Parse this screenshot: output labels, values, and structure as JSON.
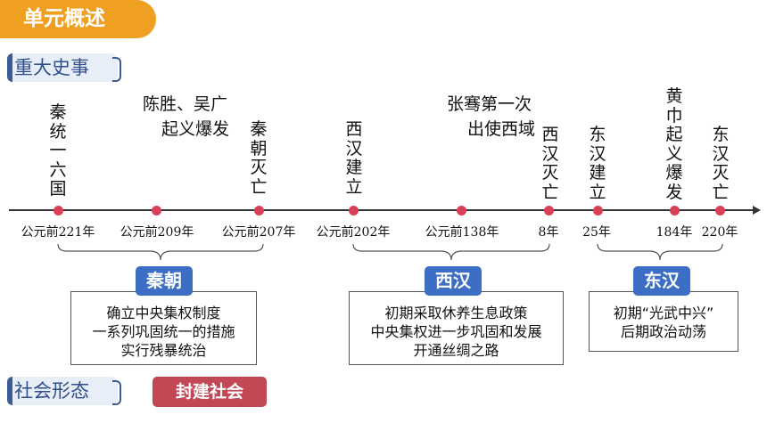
{
  "banner": {
    "title": "单元概述"
  },
  "sections": {
    "major_events": "重大史事",
    "social_form": "社会形态"
  },
  "social_form_value": "封建社会",
  "events": {
    "e1": "秦统一六国",
    "e2_line1": "陈胜、吴广",
    "e2_line2": "起义爆发",
    "e3": "秦朝灭亡",
    "e4": "西汉建立",
    "e5_line1": "张骞第一次",
    "e5_line2": "出使西域",
    "e6": "西汉灭亡",
    "e7": "东汉建立",
    "e8": "黄巾起义爆发",
    "e9": "东汉灭亡"
  },
  "dates": [
    "公元前221年",
    "公元前209年",
    "公元前207年",
    "公元前202年",
    "公元前138年",
    "8年",
    "25年",
    "184年",
    "220年"
  ],
  "periods": {
    "qin": {
      "name": "秦朝",
      "points": [
        "确立中央集权制度",
        "一系列巩固统一的措施",
        "实行残暴统治"
      ]
    },
    "xihan": {
      "name": "西汉",
      "points": [
        "初期采取休养生息政策",
        "中央集权进一步巩固和发展",
        "开通丝绸之路"
      ]
    },
    "donghan": {
      "name": "东汉",
      "points": [
        "初期“光武中兴”",
        "后期政治动荡"
      ]
    }
  },
  "colors": {
    "banner": "#f0a020",
    "section_caption": "#3c5a94",
    "timeline_dot": "#d94055",
    "period_tag": "#3b6ec4",
    "feudal_tag": "#c24855"
  }
}
